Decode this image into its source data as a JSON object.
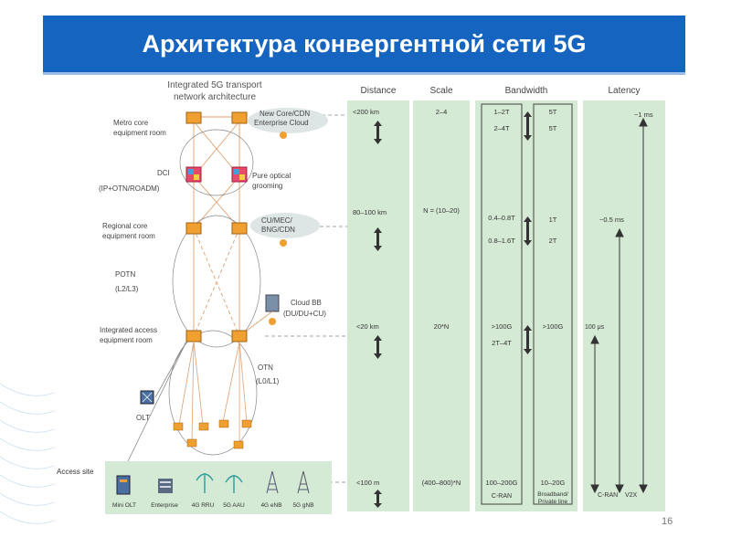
{
  "title": "Архитектура конвергентной сети 5G",
  "page_number": "16",
  "architecture": {
    "heading_line1": "Integrated  5G  transport",
    "heading_line2": "network  architecture",
    "metro_core_line1": "Metro core",
    "metro_core_line2": "equipment room",
    "new_core_line1": "New Core/CDN",
    "new_core_line2": "Enterprise Cloud",
    "dci": "DCI",
    "dci_sub": "(IP+OTN/ROADM)",
    "pure_optical_line1": "Pure optical",
    "pure_optical_line2": "grooming",
    "regional_core_line1": "Regional core",
    "regional_core_line2": "equipment room",
    "cu_mec_line1": "CU/MEC/",
    "cu_mec_line2": "BNG/CDN",
    "potn": "POTN",
    "potn_sub": "(L2/L3)",
    "cloud_bb": "Cloud BB",
    "cloud_bb_sub": "(DU/DU+CU)",
    "integrated_access_line1": "Integrated access",
    "integrated_access_line2": "equipment room",
    "otn": "OTN",
    "otn_sub": "(L0/L1)",
    "olt": "OLT",
    "access_site": "Access site",
    "access_items": [
      {
        "label": "Mini OLT",
        "icon": "mini-olt-icon"
      },
      {
        "label": "Enterprise",
        "icon": "enterprise-icon"
      },
      {
        "label": "4G RRU",
        "icon": "rru-icon"
      },
      {
        "label": "5G AAU",
        "icon": "aau-icon"
      },
      {
        "label": "4G eNB",
        "icon": "enb-icon"
      },
      {
        "label": "5G gNB",
        "icon": "gnb-icon"
      }
    ]
  },
  "table": {
    "headers": {
      "distance": "Distance",
      "scale": "Scale",
      "bandwidth": "Bandwidth",
      "latency": "Latency"
    },
    "rows": [
      {
        "distance": "<200 km",
        "scale": "2–4",
        "bw1": "1–2T",
        "bw1b": "2–4T",
        "bw2": "5T",
        "bw2b": "5T"
      },
      {
        "distance": "80–100 km",
        "scale": "N = (10–20)",
        "bw1": "0.4–0.8T",
        "bw1b": "0.8–1.6T",
        "bw2": "1T",
        "bw2b": "2T"
      },
      {
        "distance": "<20 km",
        "scale": "20*N",
        "bw1": ">100G",
        "bw1b": "2T–4T",
        "bw2": ">100G",
        "bw2b": ""
      },
      {
        "distance": "<100 m",
        "scale": "(400–800)*N",
        "bw1": "100–200G",
        "bw1b": "",
        "bw2": "10–20G",
        "bw2b": ""
      }
    ],
    "bandwidth_footer_left": "C-RAN",
    "bandwidth_footer_right_line1": "Broadband/",
    "bandwidth_footer_right_line2": "Private line",
    "latency_labels": {
      "top": "~1 ms",
      "mid": "~0.5 ms",
      "low": "100 μs",
      "cran": "C-RAN",
      "v2x": "V2X"
    }
  },
  "colors": {
    "title_bar": "#1565c0",
    "panel": "#d4ead4",
    "device": "#f0a030"
  }
}
